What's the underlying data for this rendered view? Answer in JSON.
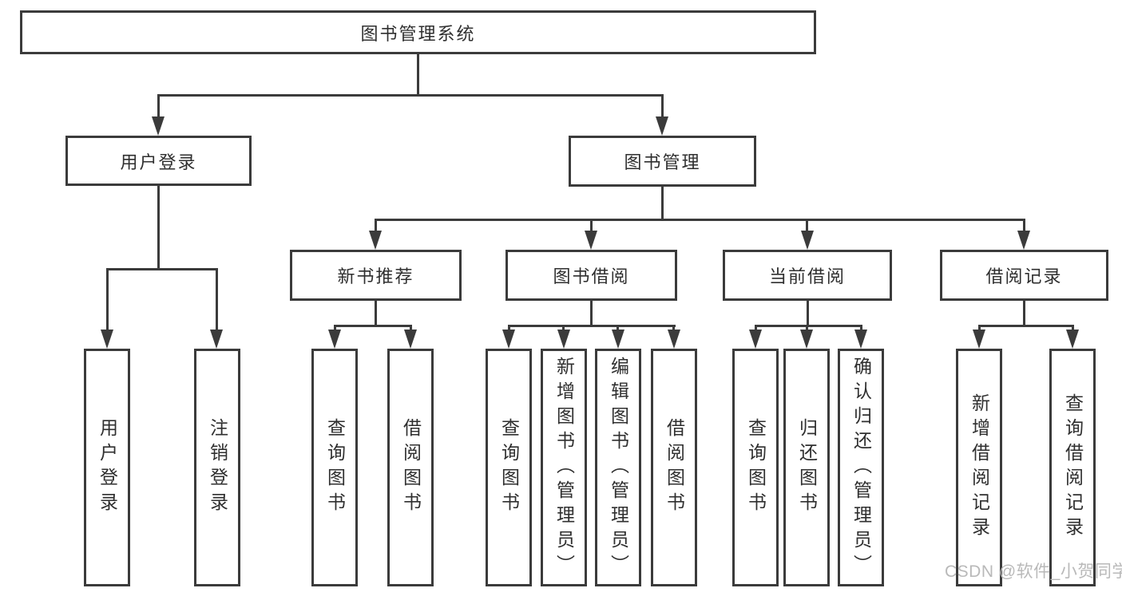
{
  "colors": {
    "line": "#3b3b3b",
    "text": "#2f2f2f",
    "background": "#ffffff",
    "watermark": "#b9b9b9"
  },
  "root": {
    "label": "图书管理系统"
  },
  "level2": {
    "user_login": {
      "label": "用户登录"
    },
    "book_mgmt": {
      "label": "图书管理"
    }
  },
  "level3": {
    "new_book_rec": {
      "label": "新书推荐"
    },
    "book_borrow": {
      "label": "图书借阅"
    },
    "current_borrow": {
      "label": "当前借阅"
    },
    "borrow_record": {
      "label": "借阅记录"
    }
  },
  "leaves": {
    "user_login": [
      "用户登录",
      "注销登录"
    ],
    "new_book_rec": [
      "查询图书",
      "借阅图书"
    ],
    "book_borrow": [
      "查询图书",
      "新增图书（管理员）",
      "编辑图书（管理员）",
      "借阅图书"
    ],
    "current_borrow": [
      "查询图书",
      "归还图书",
      "确认归还（管理员）"
    ],
    "borrow_record": [
      "新增借阅记录",
      "查询借阅记录"
    ]
  },
  "watermark": {
    "text": "CSDN @软件_小贺同学"
  }
}
